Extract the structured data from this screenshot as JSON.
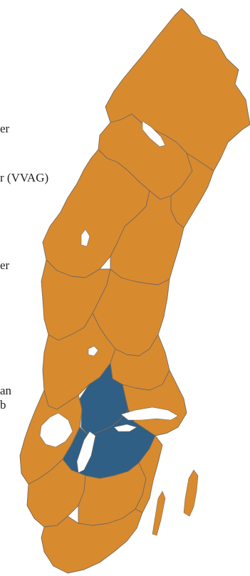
{
  "colors": {
    "default_region": "#d88a2f",
    "highlighted_region": "#2f5f85",
    "border": "#7a6a56",
    "water": "#ffffff",
    "text": "#222222"
  },
  "legend_labels": [
    {
      "id": "label-1",
      "text": "er"
    },
    {
      "id": "label-2",
      "text": "r (VVAG)"
    },
    {
      "id": "label-3",
      "text": "er"
    },
    {
      "id": "label-4",
      "text": "an"
    },
    {
      "id": "label-5",
      "text": "b"
    }
  ],
  "regions": [
    {
      "id": "north-large",
      "state": "default"
    },
    {
      "id": "north-middle",
      "state": "default"
    },
    {
      "id": "northeast-coast",
      "state": "default"
    },
    {
      "id": "central-west",
      "state": "default"
    },
    {
      "id": "central-east",
      "state": "default"
    },
    {
      "id": "middle-west",
      "state": "default"
    },
    {
      "id": "middle-east",
      "state": "default"
    },
    {
      "id": "mid-south-west",
      "state": "default"
    },
    {
      "id": "east-coast",
      "state": "default"
    },
    {
      "id": "stockholm-area",
      "state": "default"
    },
    {
      "id": "west-coast",
      "state": "default"
    },
    {
      "id": "highlighted-central",
      "state": "highlighted"
    },
    {
      "id": "highlighted-southeast",
      "state": "highlighted"
    },
    {
      "id": "south-west",
      "state": "default"
    },
    {
      "id": "south-middle",
      "state": "default"
    },
    {
      "id": "south-east",
      "state": "default"
    },
    {
      "id": "south-tip",
      "state": "default"
    },
    {
      "id": "gotland",
      "state": "default"
    },
    {
      "id": "oland",
      "state": "default"
    }
  ]
}
